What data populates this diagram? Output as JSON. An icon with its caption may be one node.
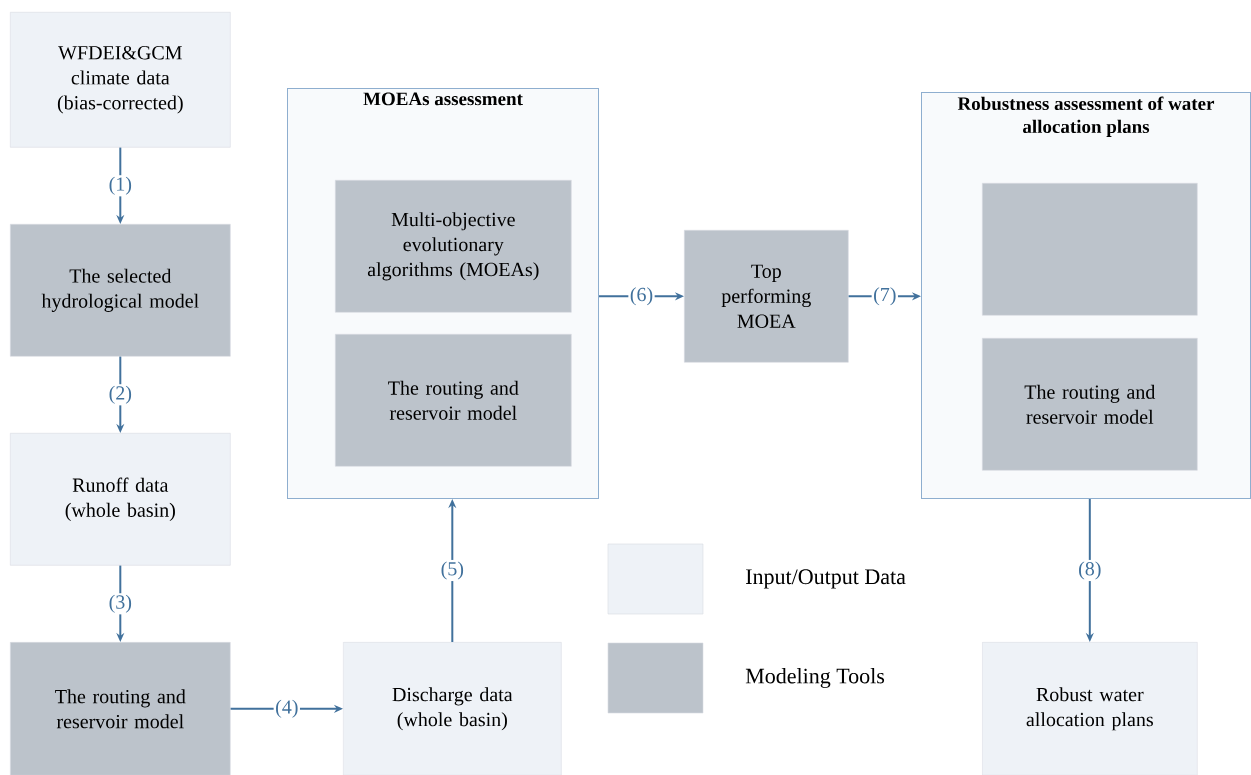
{
  "diagram": {
    "nodes": [
      {
        "text": [
          "WFDEI&GCM climate data (bias-corrected)"
        ]
      },
      {
        "text": [
          "The selected hydrological model"
        ]
      },
      {
        "text": [
          "Runoff data (whole basin)"
        ]
      },
      {
        "text": [
          "The routing and reservoir model"
        ]
      },
      {
        "text": [
          "MOEAs assessment"
        ]
      },
      {
        "text": [
          "Multi-objective evolutionary algorithms (MOEAs)"
        ],
        "in": 4
      },
      {
        "text": [
          "The routing and reservoir model"
        ],
        "in": 4
      },
      {
        "text": [
          "Discharge data (whole basin)"
        ]
      },
      {
        "text": [
          "Top performing MOEA"
        ]
      },
      {
        "text": [
          "Robustness assessment of water allocation plans"
        ]
      },
      {
        "text": [],
        "shape": "box",
        "in": 9
      },
      {
        "text": [
          "The routing and reservoir model"
        ],
        "in": 9
      },
      {
        "text": [
          "Robust water allocation plans"
        ]
      }
    ],
    "edges": [
      {
        "from": 0,
        "to": 1,
        "arrow": "to",
        "label": "(1)"
      },
      {
        "from": 1,
        "to": 2,
        "arrow": "to",
        "label": "(2)"
      },
      {
        "from": 2,
        "to": 3,
        "arrow": "to",
        "label": "(3)"
      },
      {
        "from": 3,
        "to": 7,
        "arrow": "to",
        "label": "(4)"
      },
      {
        "from": 7,
        "to": 4,
        "arrow": "to",
        "label": "(5)"
      },
      {
        "from": 4,
        "to": 8,
        "arrow": "to",
        "label": "(6)"
      },
      {
        "from": 8,
        "to": 9,
        "arrow": "to",
        "label": "(7)"
      },
      {
        "from": 9,
        "to": 12,
        "arrow": "to",
        "label": "(8)"
      }
    ],
    "legend": [
      {
        "text": "Input/Output Data",
        "color": "#eef2f7"
      },
      {
        "text": "Modeling Tools",
        "color": "#bcc3cb"
      }
    ]
  }
}
